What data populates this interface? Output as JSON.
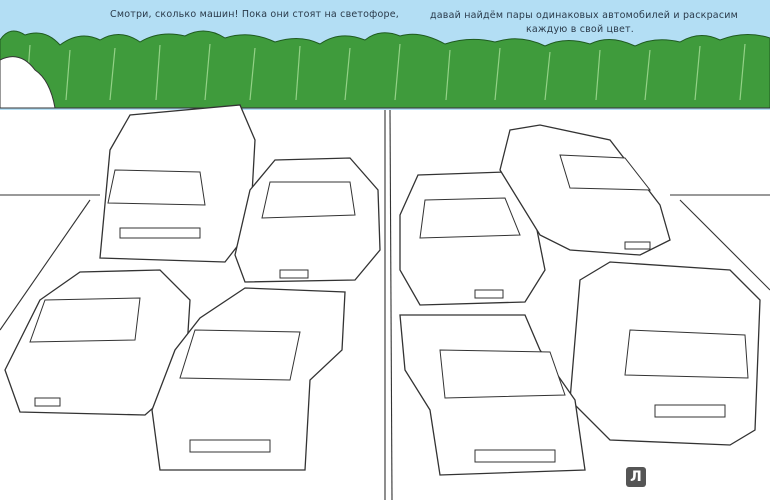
{
  "caption": {
    "line1": "Смотри, сколько машин! Пока они стоят на светофоре,",
    "line2": "давай найдём пары одинаковых автомобилей и раскрасим",
    "line3": "каждую в свой цвет."
  },
  "logo": {
    "text": "Л",
    "name": "labirint-watermark"
  },
  "colors": {
    "sky": "#b3def4",
    "trees": "#3f9b3c",
    "tree_highlight": "#8fd07f",
    "outline": "#333333",
    "logo_bg": "#555555"
  }
}
